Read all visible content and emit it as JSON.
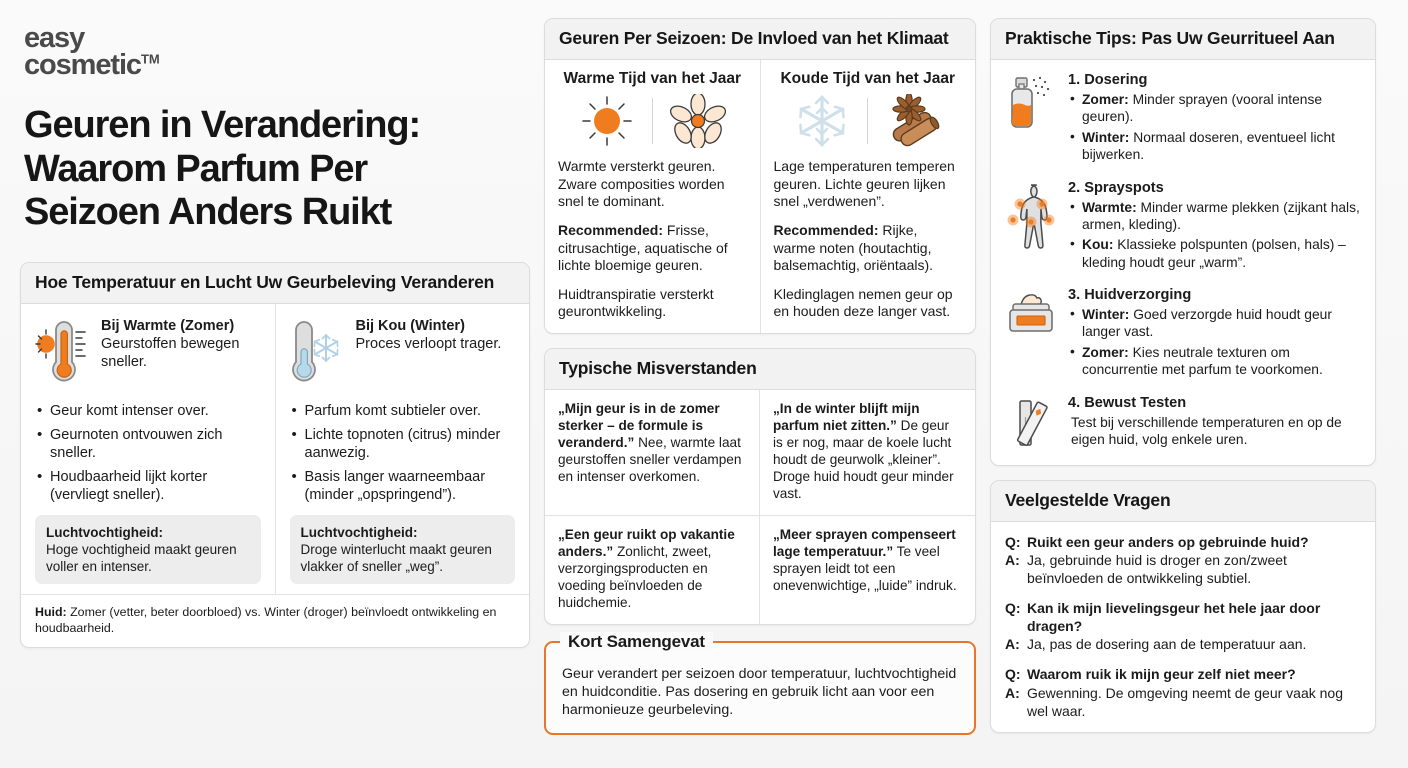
{
  "brand": {
    "line1": "easy",
    "line2": "cosmetic",
    "tm": "TM"
  },
  "headline": "Geuren in Verandering: Waarom Parfum Per Seizoen Anders Ruikt",
  "colors": {
    "accent": "#e8752a",
    "accent_dark": "#d96a1f",
    "ice": "#b8d9ea",
    "text": "#1b1b1b",
    "card_head_bg": "#f2f2f2"
  },
  "temperature_card": {
    "title": "Hoe Temperatuur en Lucht Uw Geurbeleving Veranderen",
    "columns": [
      {
        "icon": "thermometer-hot-icon",
        "heading": "Bij Warmte (Zomer)",
        "subheading": "Geurstoffen bewegen sneller.",
        "bullets": [
          "Geur komt intenser over.",
          "Geurnoten ontvouwen zich sneller.",
          "Houdbaarheid lijkt korter (vervliegt sneller)."
        ],
        "note_label": "Luchtvochtigheid:",
        "note_text": "Hoge vochtigheid maakt geuren voller en intenser."
      },
      {
        "icon": "thermometer-cold-icon",
        "heading": "Bij Kou (Winter)",
        "subheading": "Proces verloopt trager.",
        "bullets": [
          "Parfum komt subtieler over.",
          "Lichte topnoten (citrus) minder aanwezig.",
          "Basis langer waarneembaar (minder „opspringend”)."
        ],
        "note_label": "Luchtvochtigheid:",
        "note_text": "Droge winterlucht maakt geuren vlakker of sneller „weg”."
      }
    ],
    "footer_label": "Huid:",
    "footer_text": "Zomer (vetter, beter doorbloed) vs. Winter (droger) beïnvloedt ontwikkeling en houdbaarheid."
  },
  "season_card": {
    "title": "Geuren Per Seizoen: De Invloed van het Klimaat",
    "columns": [
      {
        "title": "Warme Tijd van het Jaar",
        "icons": [
          "sun-icon",
          "flower-icon"
        ],
        "paragraph1": "Warmte versterkt geuren. Zware composities worden snel te dominant.",
        "rec_label": "Recommended:",
        "rec_text": "Frisse, citrusachtige, aquatische of lichte bloemige geuren.",
        "paragraph2": "Huidtranspiratie versterkt geurontwikkeling."
      },
      {
        "title": "Koude Tijd van het Jaar",
        "icons": [
          "snowflake-icon",
          "cinnamon-star-anise-icon"
        ],
        "paragraph1": "Lage temperaturen temperen geuren. Lichte geuren lijken snel „verdwenen”.",
        "rec_label": "Recommended:",
        "rec_text": "Rijke, warme noten (houtachtig, balsemachtig, oriëntaals).",
        "paragraph2": "Kledinglagen nemen geur op en houden deze langer vast."
      }
    ]
  },
  "myths_card": {
    "title": "Typische Misverstanden",
    "items": [
      {
        "quote": "„Mijn geur is in de zomer sterker – de formule is veranderd.”",
        "answer": "Nee, warmte laat geurstoffen sneller verdampen en intenser overkomen."
      },
      {
        "quote": "„In de winter blijft mijn parfum niet zitten.”",
        "answer": "De geur is er nog, maar de koele lucht houdt de geurwolk „kleiner”. Droge huid houdt geur minder vast."
      },
      {
        "quote": "„Een geur ruikt op vakantie anders.”",
        "answer": "Zonlicht, zweet, verzorgingsproducten en voeding beïnvloeden de huidchemie."
      },
      {
        "quote": "„Meer sprayen compenseert lage temperatuur.”",
        "answer": "Te veel sprayen leidt tot een onevenwichtige, „luide” indruk."
      }
    ]
  },
  "summary_card": {
    "title": "Kort Samengevat",
    "text": "Geur verandert per seizoen door temperatuur, luchtvochtigheid en huidconditie. Pas dosering en gebruik licht aan voor een harmonieuze geurbeleving."
  },
  "tips_card": {
    "title": "Praktische Tips: Pas Uw Geurritueel Aan",
    "tips": [
      {
        "icon": "spray-bottle-icon",
        "title": "1. Dosering",
        "bullets": [
          {
            "label": "Zomer:",
            "text": "Minder sprayen (vooral intense geuren)."
          },
          {
            "label": "Winter:",
            "text": "Normaal doseren, eventueel licht bijwerken."
          }
        ]
      },
      {
        "icon": "body-spray-spots-icon",
        "title": "2. Sprayspots",
        "bullets": [
          {
            "label": "Warmte:",
            "text": "Minder warme plekken (zijkant hals, armen, kleding)."
          },
          {
            "label": "Kou:",
            "text": "Klassieke polspunten (polsen, hals) – kleding houdt geur „warm”."
          }
        ]
      },
      {
        "icon": "cream-jar-icon",
        "title": "3. Huidverzorging",
        "bullets": [
          {
            "label": "Winter:",
            "text": "Goed verzorgde huid houdt geur langer vast."
          },
          {
            "label": "Zomer:",
            "text": "Kies neutrale texturen om concurrentie met parfum te voorkomen."
          }
        ]
      },
      {
        "icon": "test-strips-icon",
        "title": "4. Bewust Testen",
        "plain": "Test bij verschillende temperaturen en op de eigen huid, volg enkele uren."
      }
    ]
  },
  "faq_card": {
    "title": "Veelgestelde Vragen",
    "q_tag": "Q:",
    "a_tag": "A:",
    "items": [
      {
        "q": "Ruikt een geur anders op gebruinde huid?",
        "a": "Ja, gebruinde huid is droger en zon/zweet beïnvloeden de ontwikkeling subtiel."
      },
      {
        "q": "Kan ik mijn lievelingsgeur het hele jaar door dragen?",
        "a": "Ja, pas de dosering aan de temperatuur aan."
      },
      {
        "q": "Waarom ruik ik mijn geur zelf niet meer?",
        "a": "Gewenning. De omgeving neemt de geur vaak nog wel waar."
      }
    ]
  }
}
